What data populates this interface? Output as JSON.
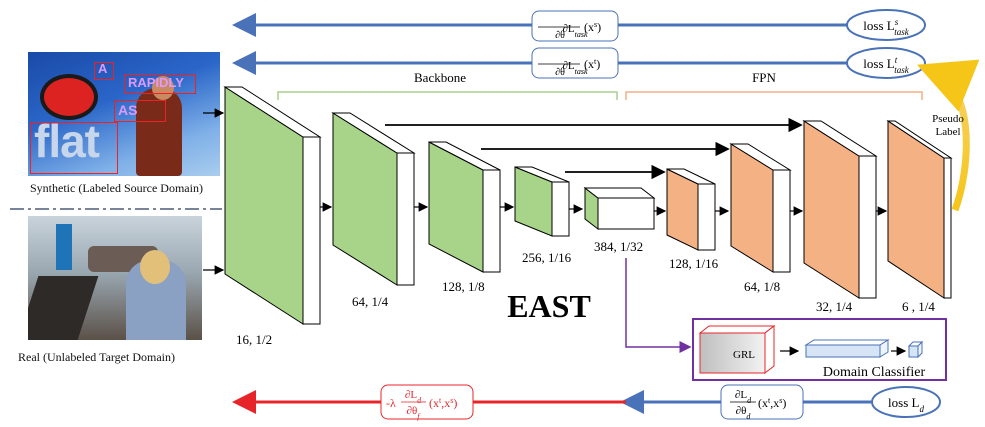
{
  "source_image": {
    "photo_label": "flat",
    "text_regions": [
      "A",
      "RAPIDLY",
      "AS"
    ],
    "caption": "Synthetic (Labeled Source Domain)"
  },
  "target_image": {
    "caption": "Real (Unlabeled Target Domain)"
  },
  "groups": {
    "backbone": "Backbone",
    "fpn": "FPN",
    "model_name": "EAST"
  },
  "layers": [
    {
      "label": "16, 1/2",
      "type": "backbone"
    },
    {
      "label": "64, 1/4",
      "type": "backbone"
    },
    {
      "label": "128, 1/8",
      "type": "backbone"
    },
    {
      "label": "256, 1/16",
      "type": "backbone"
    },
    {
      "label": "384, 1/32",
      "type": "bottleneck"
    },
    {
      "label": "128, 1/16",
      "type": "fpn"
    },
    {
      "label": "64, 1/8",
      "type": "fpn"
    },
    {
      "label": "32, 1/4",
      "type": "fpn"
    },
    {
      "label": "6 , 1/4",
      "type": "fpn"
    }
  ],
  "losses": {
    "source": {
      "base": "loss L",
      "sup": "s",
      "sub": "task"
    },
    "target": {
      "base": "loss L",
      "sup": "t",
      "sub": "task"
    },
    "domain": {
      "base": "loss L",
      "sub": "d"
    }
  },
  "gradients": {
    "source": {
      "num": "∂L",
      "num_sub": "task",
      "den": "∂θ",
      "arg": "(x",
      "arg_sup": "s",
      "arg_end": ")"
    },
    "target": {
      "num": "∂L",
      "num_sub": "task",
      "den": "∂θ",
      "arg": "(x",
      "arg_sup": "t",
      "arg_end": ")"
    },
    "domain": {
      "num": "∂L",
      "num_sub": "d",
      "den": "∂θ",
      "den_sub": "d",
      "arg": "(x",
      "arg_sup1": "t",
      "mid": ",x",
      "arg_sup2": "s",
      "arg_end": ")"
    },
    "reversed": {
      "prefix": "-λ",
      "num": "∂L",
      "num_sub": "d",
      "den": "∂θ",
      "den_sub": "f",
      "arg": "(x",
      "arg_sup1": "t",
      "mid": ",x",
      "arg_sup2": "s",
      "arg_end": ")"
    }
  },
  "pseudo_label": [
    "Pseudo",
    "Label"
  ],
  "domain_classifier": {
    "grl_label": "GRL",
    "title": "Domain Classifier"
  },
  "colors": {
    "backbone_fill": "#a8d48a",
    "fpn_fill": "#f4b183",
    "arrow_blue": "#4a72b8",
    "arrow_red": "#e8242b",
    "purple": "#7030a0",
    "bracket_green": "#a9d18e",
    "bracket_orange": "#f4b183",
    "pseudo_arrow": "#f5c518"
  }
}
